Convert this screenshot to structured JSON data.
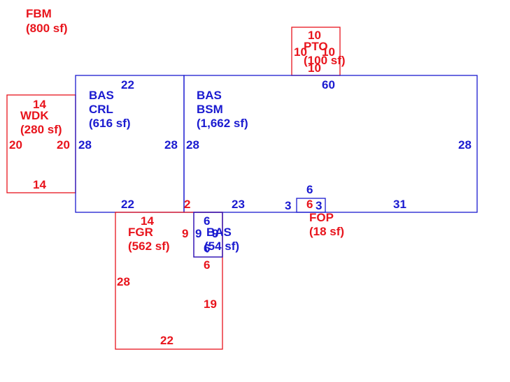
{
  "colors": {
    "red": "#e8141c",
    "blue": "#1a1ad0"
  },
  "areas": {
    "fbm": {
      "code": "FBM",
      "area": "(800 sf)"
    },
    "pto": {
      "code": "PTO",
      "area": "(100 sf)"
    },
    "wdk": {
      "code": "WDK",
      "area": "(280 sf)"
    },
    "bas_crl": {
      "code": "BAS",
      "sub": "CRL",
      "area": "(616 sf)"
    },
    "bas_bsm": {
      "code": "BAS",
      "sub": "BSM",
      "area": "(1,662 sf)"
    },
    "fgr": {
      "code": "FGR",
      "area": "(562 sf)"
    },
    "bas_small": {
      "code": "BAS",
      "area": "(54 sf)"
    },
    "fop": {
      "code": "FOP",
      "area": "(18 sf)"
    }
  },
  "dims": {
    "pto": {
      "top": "10",
      "left": "10",
      "right": "10",
      "bottom": "10"
    },
    "wdk": {
      "top": "14",
      "left": "20",
      "right": "20",
      "bottom": "14"
    },
    "crl": {
      "top": "22",
      "left": "28",
      "right": "28",
      "bottom": "22"
    },
    "bsm": {
      "top": "60",
      "left": "28",
      "right": "28",
      "b1": "2",
      "b2": "23",
      "b3": "3",
      "b4": "3",
      "b5": "31"
    },
    "fop": {
      "top": "6",
      "bottom": "6"
    },
    "fgr": {
      "top": "14",
      "left": "28",
      "right": "19",
      "bottom": "22"
    },
    "small": {
      "top": "6",
      "left": "9",
      "inner_left": "9",
      "inner_right": "9",
      "bottom": "6",
      "bottom_red": "6"
    }
  }
}
